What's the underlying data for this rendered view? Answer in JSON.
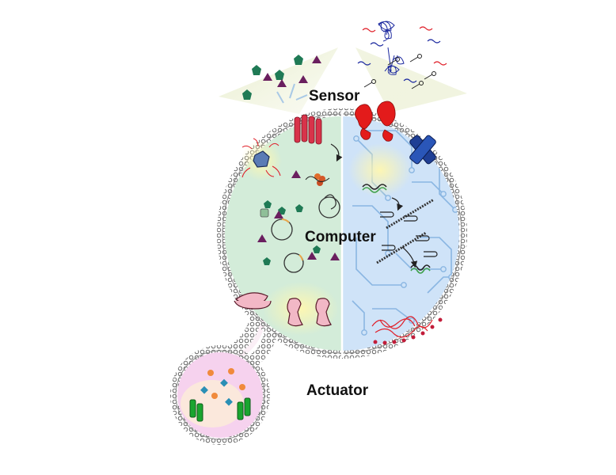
{
  "labels": {
    "sensor": "Sensor",
    "computer": "Computer",
    "actuator": "Actuator"
  },
  "colors": {
    "left_compartment": "#d3ecd9",
    "right_compartment": "#cfe3f8",
    "vesicle_interior": "#f6d2ee",
    "sensor_beam": "#eef2dc",
    "membrane_head": "#ffffff",
    "membrane_outline": "#5a5a5a",
    "receptor_red": "#e31b1b",
    "pore_red": "#d8334a",
    "cross_protein": "#1f3f95",
    "circuit_line": "#8ab6e2",
    "pentagon": "#1f7a55",
    "triangle": "#6a1f5f",
    "actuator_pink": "#f2b8c6",
    "channel_green": "#1aa52f"
  },
  "icons": [
    "pentagon-ligand-icon",
    "triangle-ligand-icon",
    "polymer-coil-icon",
    "hairpin-dna-icon",
    "dna-helix-icon",
    "circuit-trace-icon",
    "receptor-protein-icon",
    "membrane-pore-icon",
    "cross-protein-icon",
    "plasmid-icon",
    "ion-channel-icon"
  ]
}
